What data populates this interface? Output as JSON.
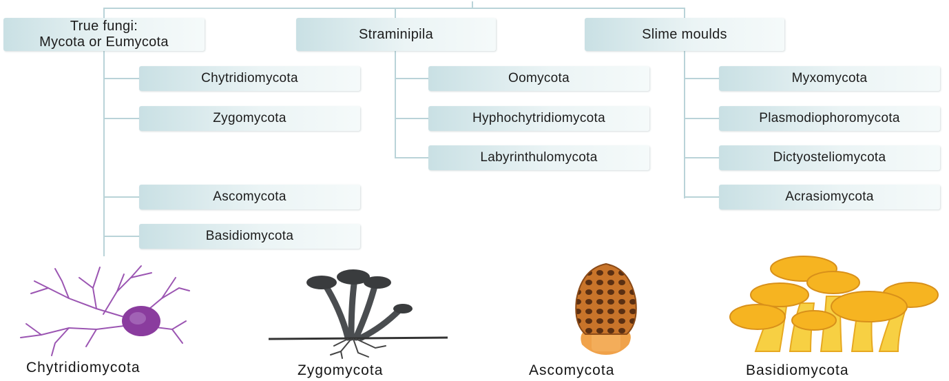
{
  "groups": [
    {
      "title_line1": "True fungi:",
      "title_line2": "Mycota or Eumycota",
      "items": [
        "Chytridiomycota",
        "Zygomycota",
        "Ascomycota",
        "Basidiomycota"
      ]
    },
    {
      "title": "Straminipila",
      "items": [
        "Oomycota",
        "Hyphochytridiomycota",
        "Labyrinthulomycota"
      ]
    },
    {
      "title": "Slime moulds",
      "items": [
        "Myxomycota",
        "Plasmodiophoromycota",
        "Dictyosteliomycota",
        "Acrasiomycota"
      ]
    }
  ],
  "illustrations": [
    {
      "caption": "Chytridiomycota",
      "icon": "chytrid-cell-icon",
      "color": "#8a3c9e"
    },
    {
      "caption": "Zygomycota",
      "icon": "bread-mold-icon",
      "color": "#4a4d50"
    },
    {
      "caption": "Ascomycota",
      "icon": "morel-icon",
      "color": "#d27b2a"
    },
    {
      "caption": "Basidiomycota",
      "icon": "mushroom-cluster-icon",
      "color": "#f3b423"
    }
  ],
  "colors": {
    "box": "#dbeaed",
    "connector": "#b9d3d8"
  }
}
